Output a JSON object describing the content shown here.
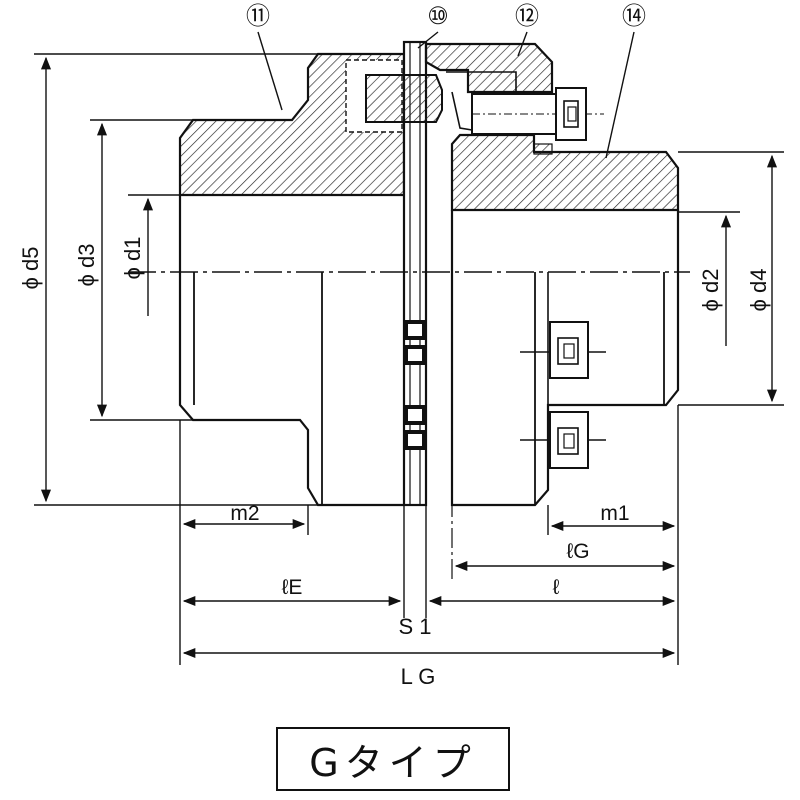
{
  "title": "Gタイプ",
  "callouts": {
    "c11": "⑪",
    "c10": "⑩",
    "c12": "⑫",
    "c14": "⑭"
  },
  "dims": {
    "d5": "ϕ d5",
    "d3": "ϕ d3",
    "d1": "ϕ d1",
    "d2": "ϕ d2",
    "d4": "ϕ d4",
    "m2": "m2",
    "m1": "m1",
    "lE": "ℓE",
    "lG": "ℓG",
    "l": "ℓ",
    "S1": "S 1",
    "LG": "L G"
  }
}
